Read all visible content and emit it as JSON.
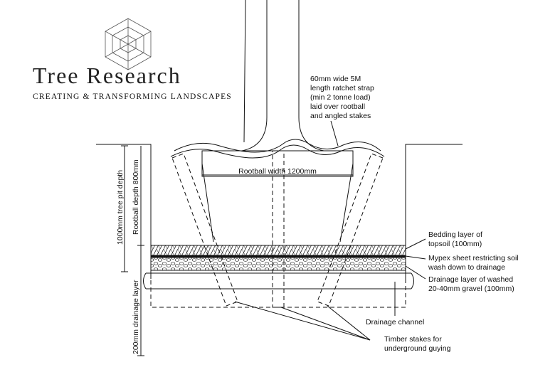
{
  "brand": {
    "title": "Tree Research",
    "tagline": "CREATING & TRANSFORMING LANDSCAPES",
    "logo_icon": "isometric-cube-logo-icon"
  },
  "annotations": {
    "strap": [
      "60mm wide 5M",
      "length ratchet strap",
      "(min 2 tonne load)",
      "laid over rootball",
      "and angled stakes"
    ],
    "rootball_width": "Rootball width 1200mm",
    "pit_depth": "1000mm tree pit depth",
    "rootball_depth": "Rootball depth 800mm",
    "drainage_depth": "200mm drainage layer",
    "bedding": [
      "Bedding layer of",
      "topsoil (100mm)"
    ],
    "mypex": [
      "Mypex sheet restricting soil",
      "wash down to drainage"
    ],
    "drainage_gravel": [
      "Drainage layer of washed",
      "20-40mm gravel (100mm)"
    ],
    "drainage_channel": "Drainage channel",
    "stakes": [
      "Timber stakes for",
      "underground guying"
    ]
  }
}
